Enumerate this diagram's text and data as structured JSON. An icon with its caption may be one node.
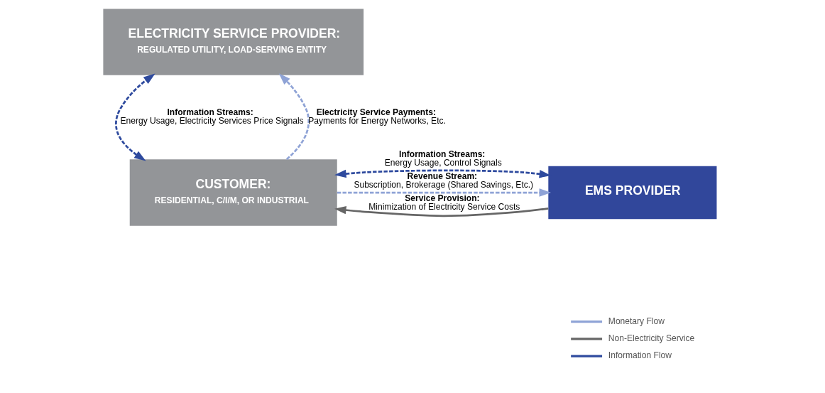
{
  "diagram": {
    "nodes": [
      {
        "text": [
          "ELECTRICITY SERVICE PROVIDER:",
          "REGULATED UTILITY, LOAD-SERVING ENTITY"
        ]
      },
      {
        "text": [
          "EMS PROVIDER"
        ]
      },
      {
        "text": [
          "CUSTOMER:",
          "RESIDENTIAL, C/I/M, OR INDUSTRIAL"
        ]
      }
    ],
    "edges": [
      {
        "from": 2,
        "to": 0,
        "arrow": "both",
        "label": "Information Streams: Energy Usage, Electricity Services Price Signals",
        "style": "dashed",
        "color": "#2e4a9e"
      },
      {
        "from": 2,
        "to": 0,
        "arrow": "to",
        "label": "Electricity Service Payments: Payments for Energy Networks, Etc.",
        "style": "dashed",
        "color": "#8fa3d6"
      },
      {
        "from": 1,
        "to": 2,
        "arrow": "both",
        "label": "Information Streams: Energy Usage, Control Signals",
        "style": "dashed",
        "color": "#2e4a9e"
      },
      {
        "from": 2,
        "to": 1,
        "arrow": "to",
        "label": "Revenue Stream: Subscription, Brokerage (Shared Savings, Etc.)",
        "style": "dashed",
        "color": "#8fa3d6"
      },
      {
        "from": 1,
        "to": 2,
        "arrow": "to",
        "label": "Service Provision: Minimization of Electricity Service Costs",
        "color": "#666666"
      }
    ],
    "legend": [
      {
        "text": "Monetary Flow"
      },
      {
        "text": "Non-Electricity Service"
      },
      {
        "text": "Information Flow"
      }
    ]
  }
}
